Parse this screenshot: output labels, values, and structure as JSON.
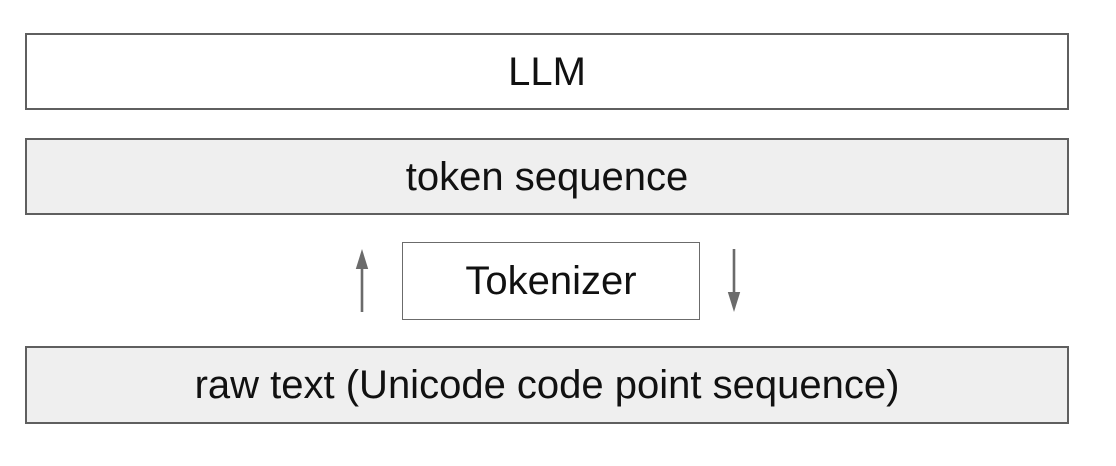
{
  "diagram": {
    "title": "tokenizer-pipeline-diagram",
    "boxes": {
      "llm": {
        "label": "LLM"
      },
      "token_sequence": {
        "label": "token sequence"
      },
      "tokenizer": {
        "label": "Tokenizer"
      },
      "raw_text": {
        "label": "raw text (Unicode code point sequence)"
      }
    },
    "icons": {
      "up_arrow": "up-arrow",
      "down_arrow": "down-arrow"
    },
    "colors": {
      "box_border": "#5f5f5f",
      "tokenizer_border": "#6b6b6b",
      "shaded_fill": "#efefef",
      "white_fill": "#ffffff",
      "arrow": "#6b6b6b",
      "text": "#111111",
      "background": "#ffffff"
    }
  }
}
